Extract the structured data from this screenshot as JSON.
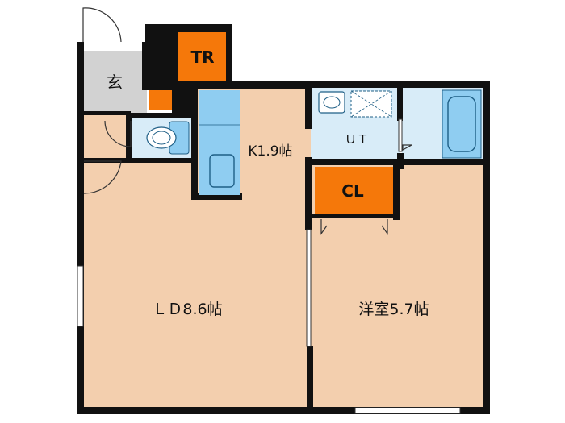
{
  "colors": {
    "room": "#f3cfae",
    "wet": "#d8ecf8",
    "fixture": "#8fcdf1",
    "storage": "#f5780a",
    "entrance": "#d2d2d2",
    "wall": "#111111",
    "door": "#333333"
  },
  "rooms": {
    "entrance": {
      "label": "玄"
    },
    "trunk_room": {
      "label": "TR"
    },
    "kitchen": {
      "label": "K1.9帖"
    },
    "utility": {
      "label": "ＵＴ"
    },
    "closet": {
      "label": "CL"
    },
    "living_dining": {
      "label": "ＬＤ8.6帖"
    },
    "western_room": {
      "label": "洋室5.7帖"
    }
  },
  "icons": {
    "toilet": "toilet-icon",
    "bathtub": "bathtub-icon",
    "sink": "kitchen-sink-icon",
    "washbasin": "washbasin-icon",
    "washer": "washing-machine-pan-icon"
  }
}
